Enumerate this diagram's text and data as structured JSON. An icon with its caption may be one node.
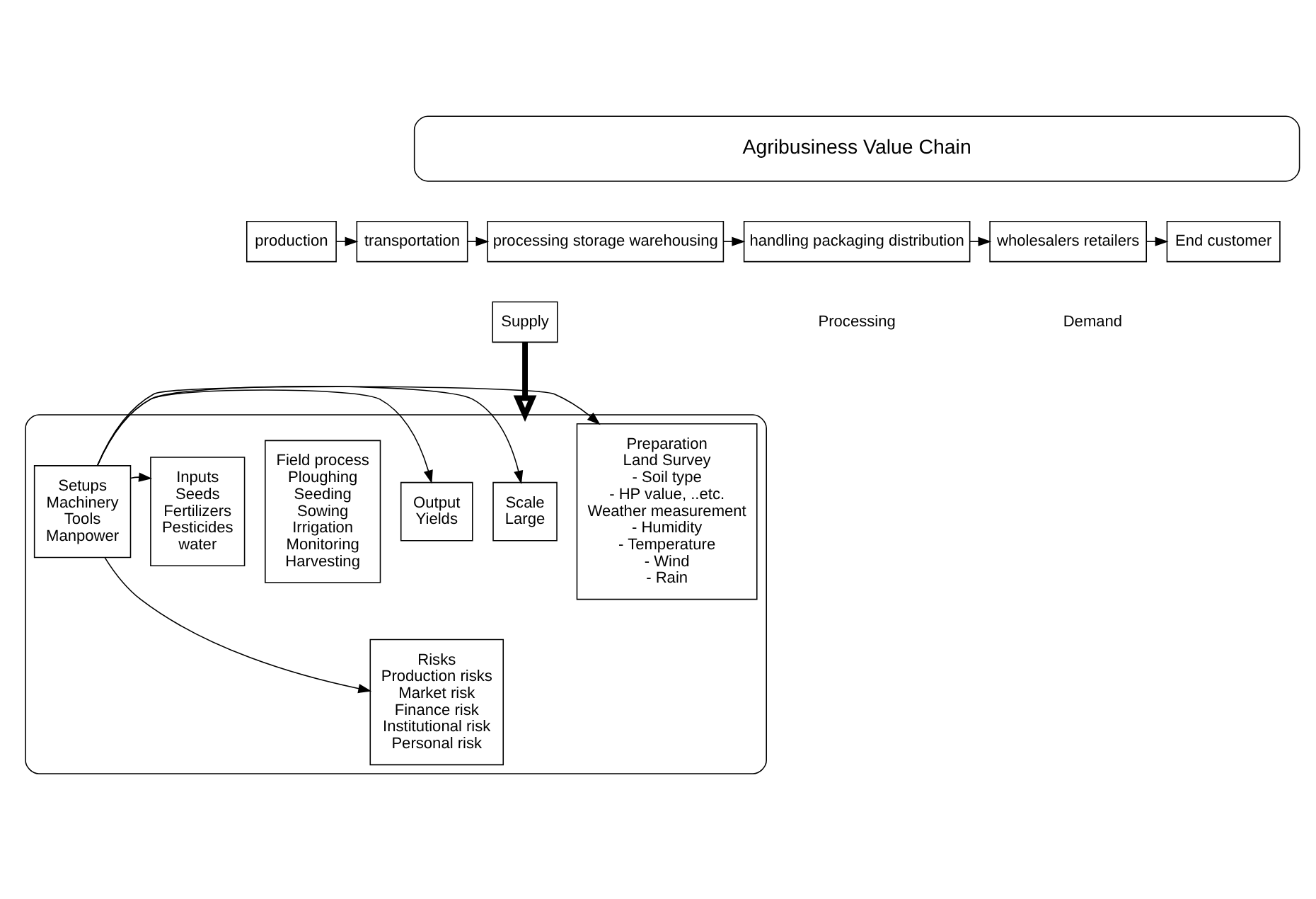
{
  "diagram": {
    "nodes": [
      {
        "text": [
          "Agribusiness Value Chain"
        ]
      },
      {
        "text": [
          "production"
        ]
      },
      {
        "text": [
          "transportation"
        ]
      },
      {
        "text": [
          "processing storage warehousing"
        ]
      },
      {
        "text": [
          "handling packaging distribution"
        ]
      },
      {
        "text": [
          "wholesalers retailers"
        ]
      },
      {
        "text": [
          "End customer"
        ]
      },
      {
        "text": [
          "Supply"
        ]
      },
      {
        "text": [],
        "shape": "box"
      },
      {
        "text": [
          "Scale",
          "Large"
        ],
        "in": 8
      },
      {
        "text": [
          "Preparation",
          "Land Survey",
          "- Soil type",
          "- HP value, ..etc.",
          "Weather measurement",
          "- Humidity",
          "- Temperature",
          "- Wind",
          "- Rain"
        ],
        "in": 8
      },
      {
        "text": [
          "Setups",
          "Machinery",
          "Tools",
          "Manpower"
        ],
        "in": 8
      },
      {
        "text": [
          "Inputs",
          "Seeds",
          "Fertilizers",
          "Pesticides",
          "water"
        ],
        "in": 8
      },
      {
        "text": [
          "Field process",
          "Ploughing",
          "Seeding",
          "Sowing",
          "Irrigation",
          "Monitoring",
          "Harvesting"
        ],
        "in": 8
      },
      {
        "text": [
          "Output",
          "Yields"
        ],
        "in": 8
      },
      {
        "text": [
          "Risks",
          "Production risks",
          "Market risk",
          "Finance risk",
          "Institutional risk",
          "Personal risk"
        ],
        "in": 8
      }
    ],
    "edges": [
      {
        "from": 1,
        "to": 2,
        "arrow": "to"
      },
      {
        "from": 2,
        "to": 3,
        "arrow": "to"
      },
      {
        "from": 3,
        "to": 4,
        "arrow": "to"
      },
      {
        "from": 4,
        "to": 5,
        "arrow": "to"
      },
      {
        "from": 5,
        "to": 6,
        "arrow": "to"
      },
      {
        "from": 7,
        "to": 8,
        "arrow": "to",
        "style": "thick"
      },
      {
        "from": 11,
        "to": 9,
        "arrow": "to"
      },
      {
        "from": 11,
        "to": 10,
        "arrow": "to"
      },
      {
        "from": 11,
        "to": 12,
        "arrow": "to"
      },
      {
        "from": 11,
        "to": 14,
        "arrow": "to"
      },
      {
        "from": 11,
        "to": 15,
        "arrow": "to"
      }
    ],
    "labels": [
      "Processing",
      "Demand"
    ]
  }
}
